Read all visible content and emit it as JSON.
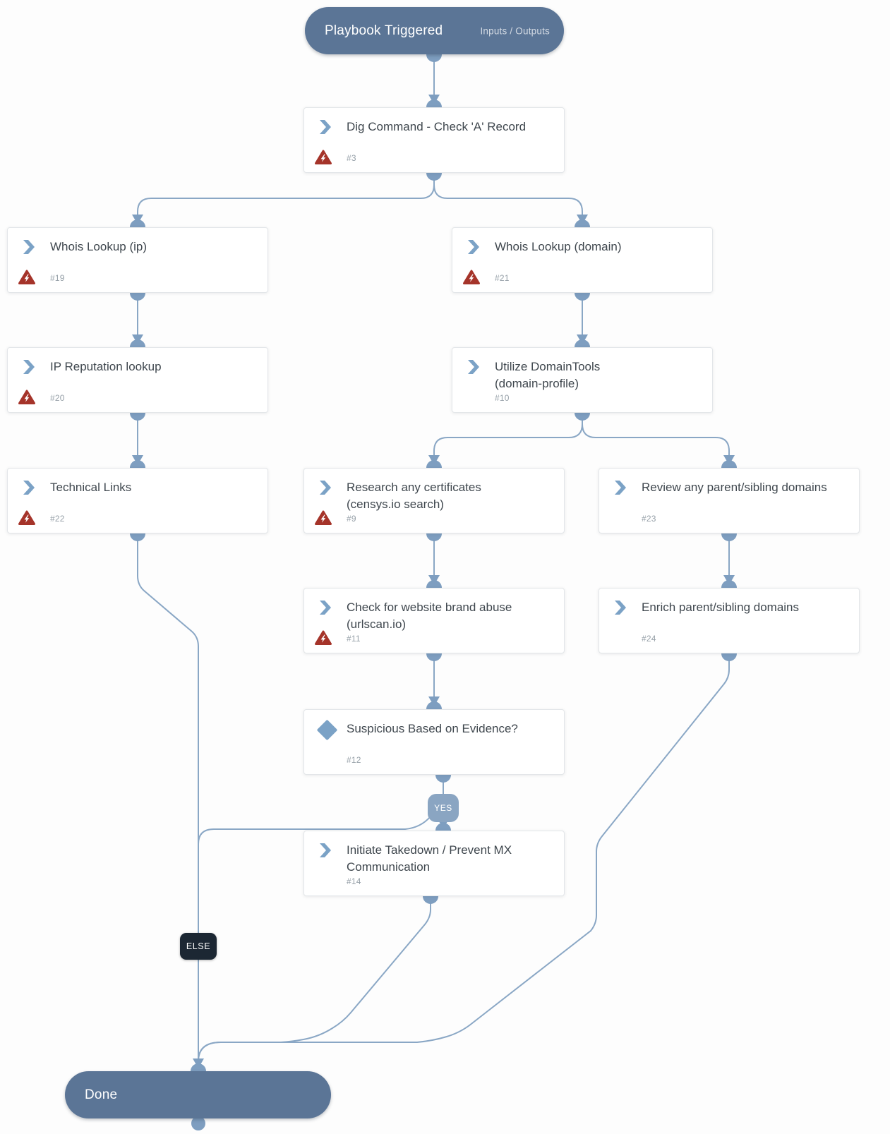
{
  "app": "playbook-editor-canvas",
  "colors": {
    "pill_bg": "#5b7596",
    "connector": "#8aa7c5",
    "port_fill": "#7e9ec0",
    "accent_blue": "#7ba2c6",
    "warning_red": "#a5342a",
    "yes_bg": "#8aa5c2",
    "else_bg": "#1c2733",
    "card_bg": "#ffffff",
    "title_text": "#3f474e",
    "number_text": "#96a0a8"
  },
  "start_node": {
    "label": "Playbook Triggered",
    "secondary_label": "Inputs / Outputs"
  },
  "end_node": {
    "label": "Done"
  },
  "branch_labels": {
    "yes": "YES",
    "else": "ELSE"
  },
  "nodes": [
    {
      "id": "dig-command",
      "title": "Dig Command - Check 'A' Record",
      "number": "#3",
      "type": "action",
      "icon": "action-chevron-icon",
      "warning": true,
      "status_icon": "warning-triangle-icon"
    },
    {
      "id": "whois-ip",
      "title": "Whois Lookup (ip)",
      "number": "#19",
      "type": "action",
      "icon": "action-chevron-icon",
      "warning": true,
      "status_icon": "warning-triangle-icon"
    },
    {
      "id": "whois-domain",
      "title": "Whois Lookup (domain)",
      "number": "#21",
      "type": "action",
      "icon": "action-chevron-icon",
      "warning": true,
      "status_icon": "warning-triangle-icon"
    },
    {
      "id": "ip-reputation",
      "title": "IP Reputation lookup",
      "number": "#20",
      "type": "action",
      "icon": "action-chevron-icon",
      "warning": true,
      "status_icon": "warning-triangle-icon"
    },
    {
      "id": "domaintools",
      "title": "Utilize DomainTools\n(domain-profile)",
      "number": "#10",
      "type": "action",
      "icon": "action-chevron-icon",
      "warning": false,
      "status_icon": ""
    },
    {
      "id": "technical-links",
      "title": "Technical Links",
      "number": "#22",
      "type": "action",
      "icon": "action-chevron-icon",
      "warning": true,
      "status_icon": "warning-triangle-icon"
    },
    {
      "id": "research-certs",
      "title": "Research any certificates\n(censys.io search)",
      "number": "#9",
      "type": "action",
      "icon": "action-chevron-icon",
      "warning": true,
      "status_icon": "warning-triangle-icon"
    },
    {
      "id": "review-domains",
      "title": "Review any parent/sibling domains",
      "number": "#23",
      "type": "action",
      "icon": "action-chevron-icon",
      "warning": false,
      "status_icon": ""
    },
    {
      "id": "check-brand",
      "title": "Check for website brand abuse\n(urlscan.io)",
      "number": "#11",
      "type": "action",
      "icon": "action-chevron-icon",
      "warning": true,
      "status_icon": "warning-triangle-icon"
    },
    {
      "id": "enrich-domains",
      "title": "Enrich parent/sibling domains",
      "number": "#24",
      "type": "action",
      "icon": "action-chevron-icon",
      "warning": false,
      "status_icon": ""
    },
    {
      "id": "suspicious",
      "title": "Suspicious Based on Evidence?",
      "number": "#12",
      "type": "decision",
      "icon": "decision-diamond-icon",
      "warning": false,
      "status_icon": ""
    },
    {
      "id": "takedown",
      "title": "Initiate Takedown / Prevent MX\nCommunication",
      "number": "#14",
      "type": "action",
      "icon": "action-chevron-icon",
      "warning": false,
      "status_icon": ""
    }
  ]
}
